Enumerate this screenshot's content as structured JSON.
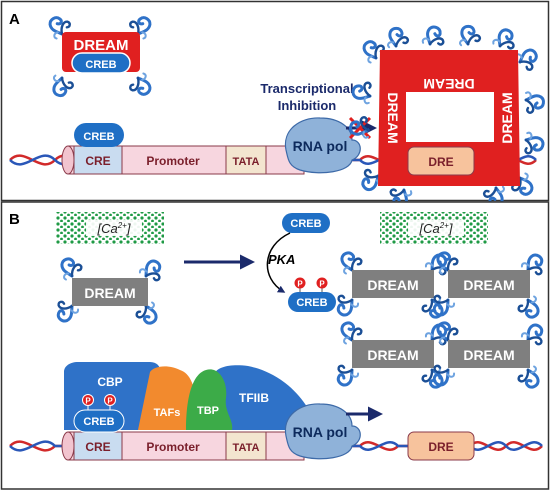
{
  "panels": {
    "a": {
      "letter": "A"
    },
    "b": {
      "letter": "B"
    }
  },
  "labels": {
    "dream": "DREAM",
    "creb": "CREB",
    "cre": "CRE",
    "promoter": "Promoter",
    "tata": "TATA",
    "rna_pol": "RNA pol",
    "dre": "DRE",
    "inhibition_line1": "Transcriptional",
    "inhibition_line2": "Inhibition",
    "pka": "PKA",
    "phospho": "P",
    "ca_prefix": "[Ca",
    "ca_sup": "2+",
    "ca_suffix": "]",
    "cbp": "CBP",
    "tafs": "TAFs",
    "tbp": "TBP",
    "tfiib": "TFIIB"
  },
  "colors": {
    "dream_red": "#e02020",
    "dream_grey": "#7f7f7f",
    "creb_blue": "#1f6fc5",
    "protein_blue": "#2f72c8",
    "promoter_pink": "#f7d6df",
    "cre_blue": "#c9dcf0",
    "dre_orange": "#f7c39d",
    "dna_red": "#d22a2a",
    "dna_blue": "#2a57b8",
    "calcium_green": "#1f9a45",
    "tafs_orange": "#f28a2e",
    "tbp_green": "#3cab48",
    "arrow_navy": "#1b2a6b",
    "inhibit_red": "#e02020"
  }
}
